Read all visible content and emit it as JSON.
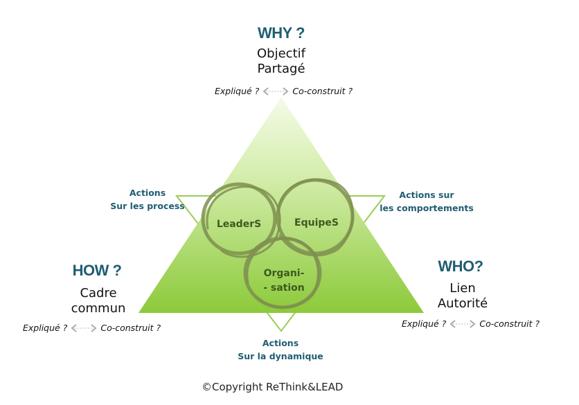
{
  "top": {
    "heading": "WHY ?",
    "subtitle_line1": "Objectif",
    "subtitle_line2": "Partagé",
    "left_choice": "Expliqué ?",
    "right_choice": "Co-construit ?"
  },
  "left": {
    "heading": "HOW ?",
    "subtitle_line1": "Cadre",
    "subtitle_line2": "commun",
    "left_choice": "Expliqué ?",
    "right_choice": "Co-construit ?"
  },
  "right": {
    "heading": "WHO?",
    "subtitle_line1": "Lien",
    "subtitle_line2": "Autorité",
    "left_choice": "Expliqué ?",
    "right_choice": "Co-construit ?"
  },
  "actions": {
    "process_line1": "Actions",
    "process_line2": "Sur les process",
    "behaviour_line1": "Actions sur",
    "behaviour_line2": "les comportements",
    "dynamics_line1": "Actions",
    "dynamics_line2": "Sur la dynamique"
  },
  "circles": {
    "leaders": "LeaderS",
    "equipes": "EquipeS",
    "organisation_line1": "Organi-",
    "organisation_line2": "- sation"
  },
  "footer": {
    "copyright": "©Copyright ReThink&LEAD"
  },
  "colors": {
    "heading": "#1f5d72",
    "triangle_light": "#eef8dc",
    "triangle_dark": "#8fca3c",
    "outline": "#8cc63f",
    "circle_stroke": "#7e8f4f"
  }
}
